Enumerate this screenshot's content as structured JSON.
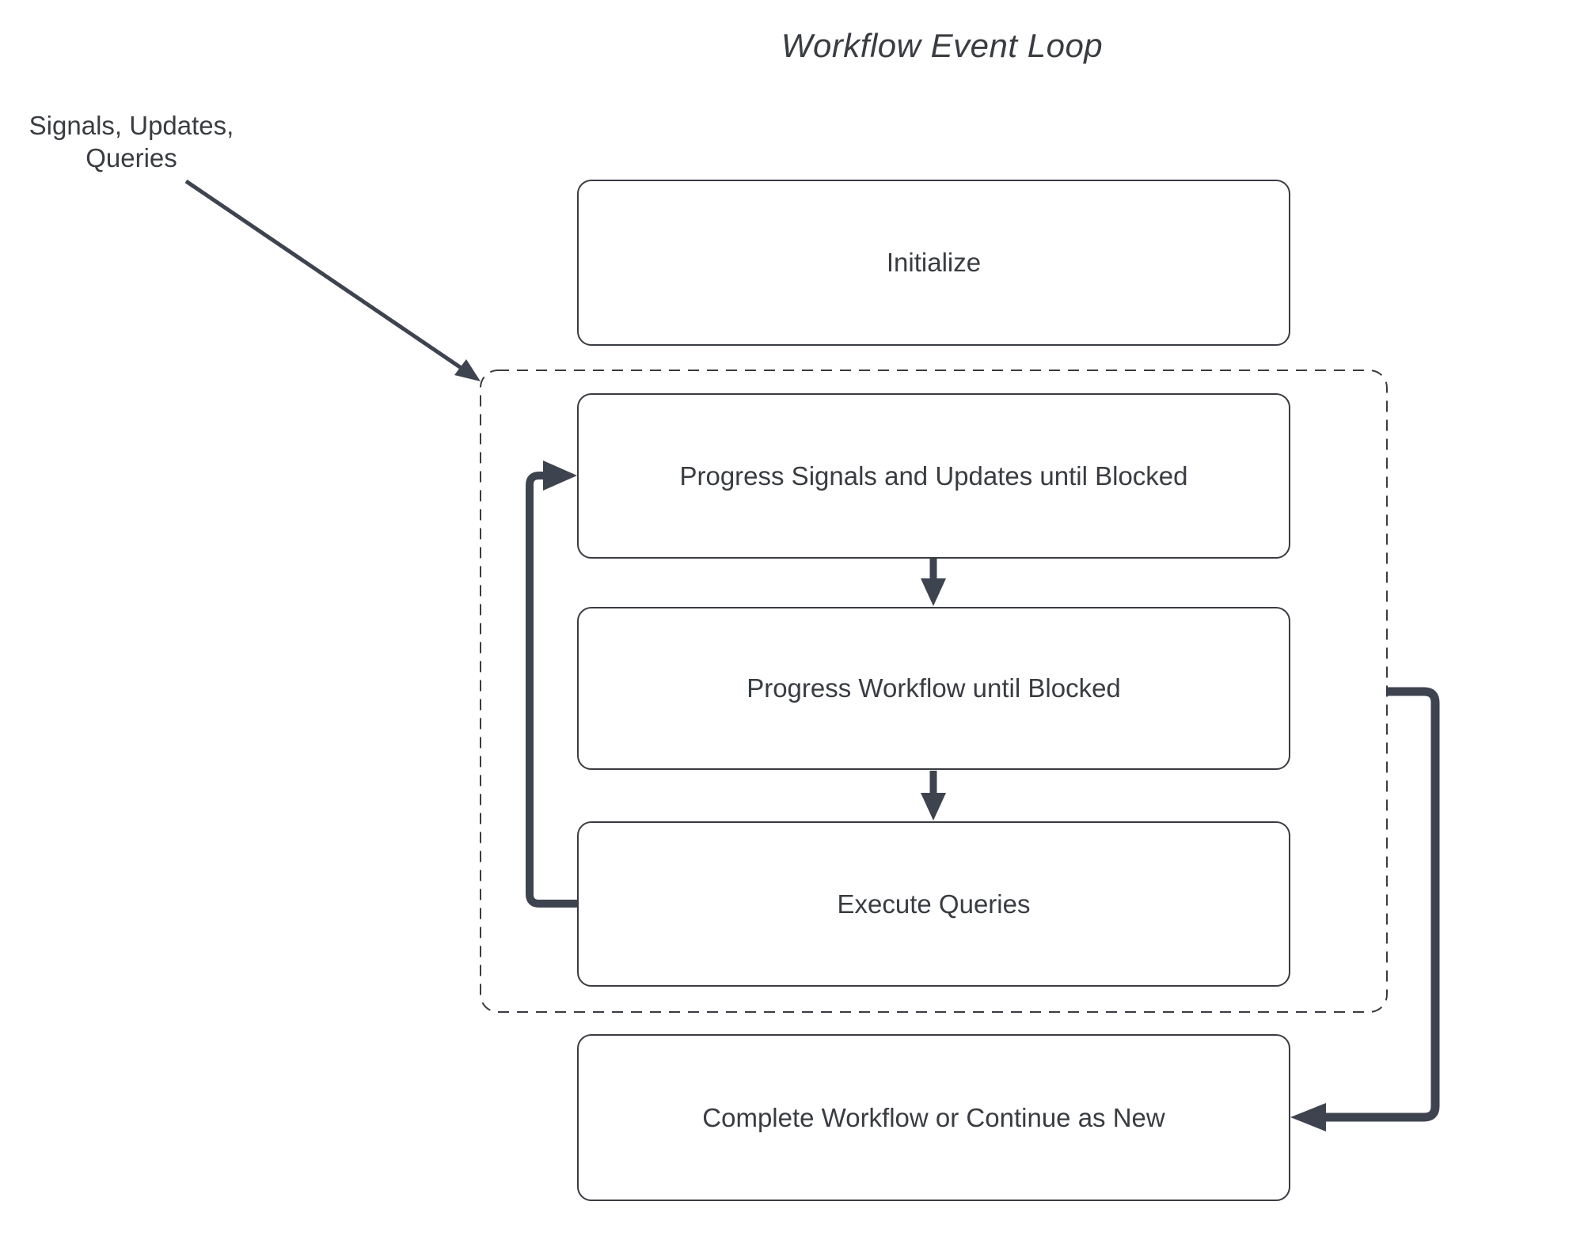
{
  "title": "Workflow Event Loop",
  "annotation": {
    "line1": "Signals, Updates,",
    "line2": "Queries"
  },
  "nodes": {
    "initialize": {
      "label": "Initialize"
    },
    "progress_signals": {
      "label": "Progress Signals and Updates until Blocked"
    },
    "progress_workflow": {
      "label": "Progress Workflow until Blocked"
    },
    "execute_queries": {
      "label": "Execute Queries"
    },
    "complete": {
      "label": "Complete Workflow or Continue as New"
    }
  },
  "colors": {
    "ink": "#393c41",
    "arrow": "#3e4350",
    "fill": "#ffffff",
    "bg": "#ffffff"
  }
}
